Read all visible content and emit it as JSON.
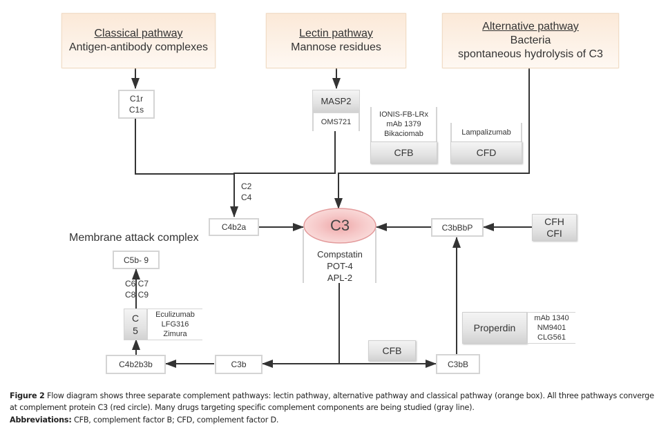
{
  "pathways": {
    "classical": {
      "title": "Classical pathway",
      "subtitle": "Antigen-antibody complexes"
    },
    "lectin": {
      "title": "Lectin pathway",
      "subtitle": "Mannose residues"
    },
    "alternative": {
      "title": "Alternative pathway",
      "line1": "Bacteria",
      "line2": "spontaneous hydrolysis of C3"
    }
  },
  "nodes": {
    "c1r": "C1r",
    "c1s": "C1s",
    "masp2": "MASP2",
    "masp2_drug": "OMS721",
    "cfb_drugs": [
      "IONIS-FB-LRx",
      "mAb 1379",
      "Bikaciomab"
    ],
    "cfb": "CFB",
    "cfd_drug": "Lampalizumab",
    "cfd": "CFD",
    "c2": "C2",
    "c4": "C4",
    "c4b2a": "C4b2a",
    "c3": "C3",
    "c3_drugs": [
      "Compstatin",
      "POT-4",
      "APL-2"
    ],
    "c3bbbp": "C3bBbP",
    "cfh": "CFH",
    "cfi": "CFI",
    "mac_title": "Membrane attack complex",
    "c5b9": "C5b- 9",
    "c6c7": "C6 C7",
    "c8c9": "C8 C9",
    "c5_line1": "C",
    "c5_line2": "5",
    "c5_drugs": [
      "Eculizumab",
      "LFG316",
      "Zimura"
    ],
    "c4b2b3b": "C4b2b3b",
    "c3b": "C3b",
    "cfb_lower": "CFB",
    "c3bb": "C3bB",
    "properdin": "Properdin",
    "properdin_drugs": [
      "mAb 1340",
      "NM9401",
      "CLG561"
    ]
  },
  "colors": {
    "pathway_fill": "#fbe9d8",
    "c3_fill": "#f3b7b8",
    "c3_border": "#e39a9b",
    "line": "#333333",
    "gray_line": "#d4d4d4"
  },
  "caption": {
    "figure_label": "Figure 2",
    "figure_text": " Flow diagram shows three separate complement pathways: lectin pathway, alternative pathway and classical pathway (orange box). All three pathways converge at complement protein C3 (red circle). Many drugs targeting specific complement components are being studied (gray line).",
    "abbr_label": "Abbreviations:",
    "abbr_text": " CFB, complement factor B; CFD, complement factor D."
  }
}
